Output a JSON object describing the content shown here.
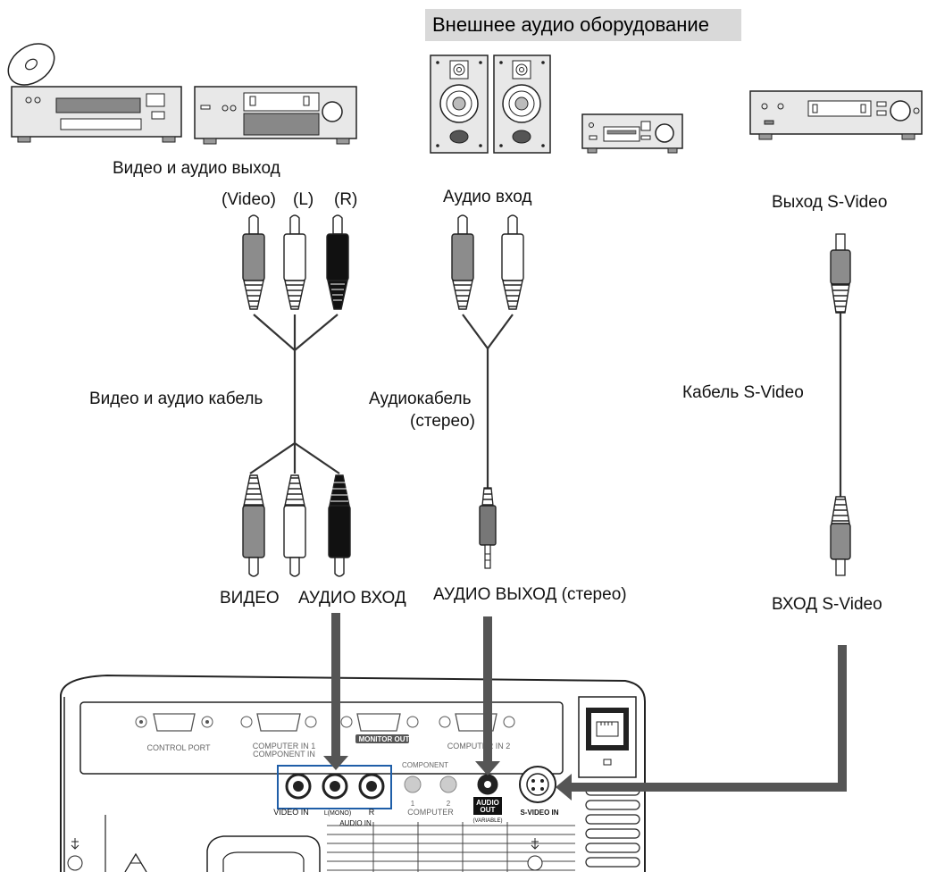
{
  "diagram": {
    "banner": "Внешнее аудио оборудование",
    "sources": {
      "video_audio_out": "Видео и аудио выход",
      "audio_in": "Аудио вход",
      "svideo_out": "Выход S-Video"
    },
    "plug_labels": {
      "video": "(Video)",
      "left": "(L)",
      "right": "(R)"
    },
    "cables": {
      "video_audio": "Видео и аудио кабель",
      "audio_line1": "Аудиокабель",
      "audio_line2": "(стерео)",
      "svideo": "Кабель S-Video"
    },
    "inputs": {
      "video": "ВИДЕО",
      "audio_in": "АУДИО ВХОД",
      "audio_out": "АУДИО ВЫХОД (стерео)",
      "svideo_in": "ВХОД S-Video"
    },
    "panel": {
      "control_port": "CONTROL PORT",
      "computer_in1": "COMPUTER IN 1",
      "component_in": "COMPONENT IN",
      "monitor_out": "MONITOR OUT",
      "computer_in2": "COMPUTER IN 2",
      "component": "COMPONENT",
      "video_in": "VIDEO IN",
      "l_mono": "L(MONO)",
      "r": "R",
      "audio_in": "AUDIO IN",
      "port1": "1",
      "port2": "2",
      "computer": "COMPUTER",
      "audio_out_line1": "AUDIO",
      "audio_out_line2": "OUT",
      "variable": "(VARIABLE)",
      "svideo_in": "S-VIDEO IN"
    }
  }
}
